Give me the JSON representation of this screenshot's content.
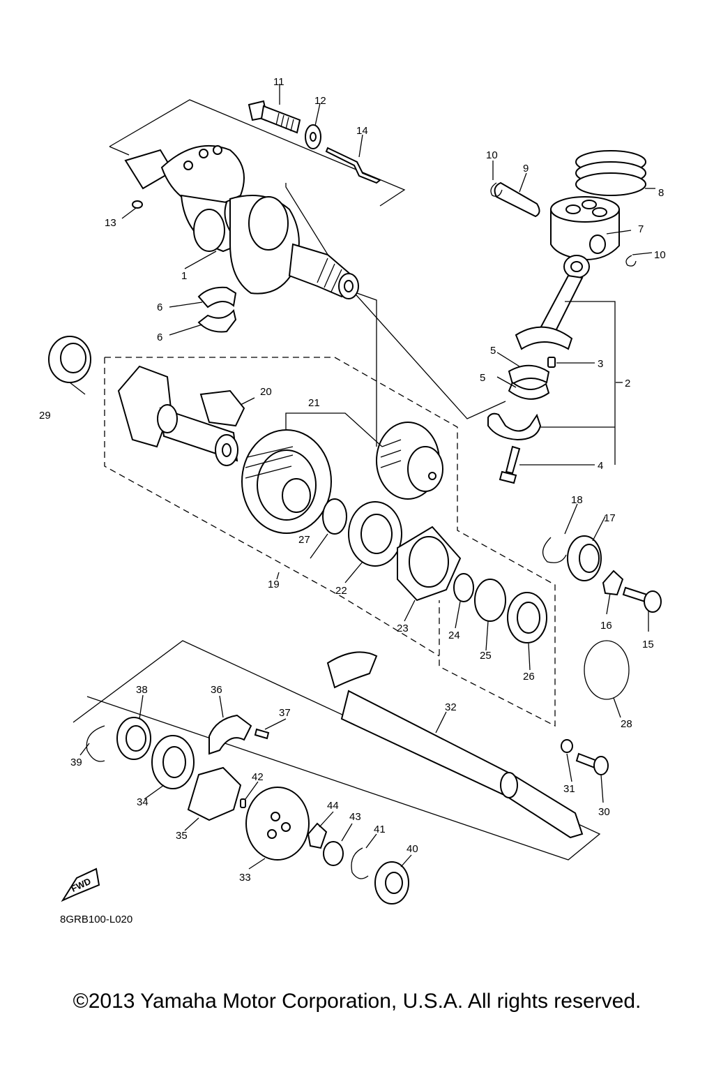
{
  "callouts": [
    "1",
    "2",
    "3",
    "4",
    "5",
    "6",
    "7",
    "8",
    "9",
    "10",
    "11",
    "12",
    "13",
    "14",
    "15",
    "16",
    "17",
    "18",
    "19",
    "20",
    "21",
    "22",
    "23",
    "24",
    "25",
    "26",
    "27",
    "28",
    "29",
    "30",
    "31",
    "32",
    "33",
    "34",
    "35",
    "36",
    "37",
    "38",
    "39",
    "40",
    "41",
    "42",
    "43",
    "44"
  ],
  "fwd_badge": "FWD",
  "diagram_code": "8GRB100-L020",
  "copyright": "©2013 Yamaha Motor Corporation, U.S.A. All rights reserved."
}
